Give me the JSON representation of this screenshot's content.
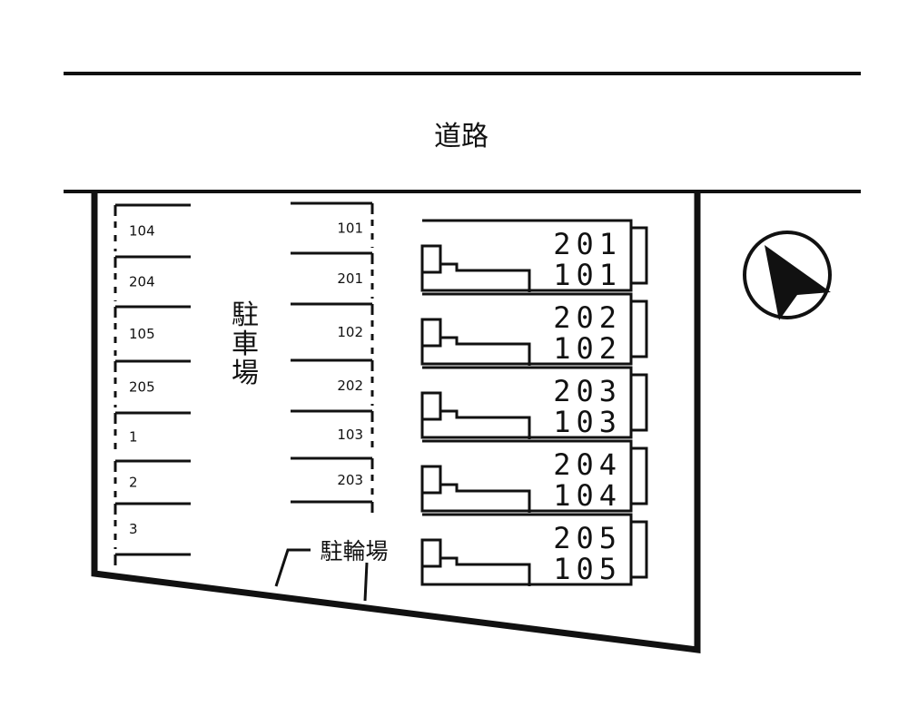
{
  "road_label": "道路",
  "parking_label": [
    "駐",
    "車",
    "場"
  ],
  "bicycle_label": "駐輪場",
  "left_slots": [
    "104",
    "204",
    "105",
    "205",
    "1",
    "2",
    "3"
  ],
  "right_slots": [
    "101",
    "201",
    "102",
    "202",
    "103",
    "203"
  ],
  "units": [
    {
      "upper": "201",
      "lower": "101"
    },
    {
      "upper": "202",
      "lower": "102"
    },
    {
      "upper": "203",
      "lower": "103"
    },
    {
      "upper": "204",
      "lower": "104"
    },
    {
      "upper": "205",
      "lower": "105"
    }
  ],
  "compass_icon": "north-arrow-icon"
}
